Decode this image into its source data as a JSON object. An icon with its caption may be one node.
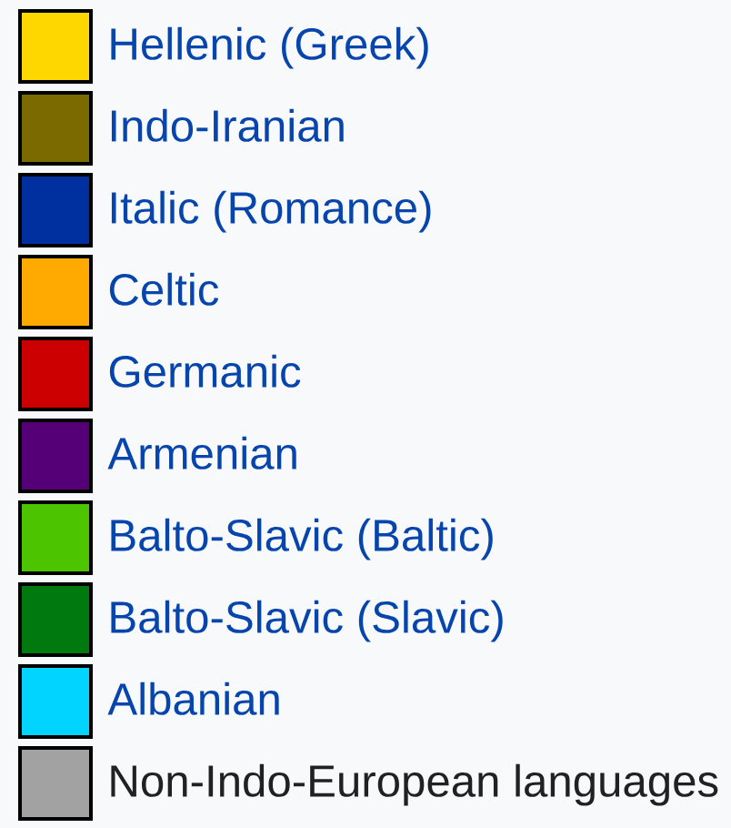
{
  "diagram": {
    "legend": [
      {
        "text": "Hellenic (Greek)",
        "color": "#ffd700"
      },
      {
        "text": "Indo-Iranian",
        "color": "#7a6a00"
      },
      {
        "text": "Italic (Romance)",
        "color": "#0030a0"
      },
      {
        "text": "Celtic",
        "color": "#ffaa00"
      },
      {
        "text": "Germanic",
        "color": "#cc0000"
      },
      {
        "text": "Armenian",
        "color": "#550077"
      },
      {
        "text": "Balto-Slavic (Baltic)",
        "color": "#4cc400"
      },
      {
        "text": "Balto-Slavic (Slavic)",
        "color": "#007a0e"
      },
      {
        "text": "Albanian",
        "color": "#00d4ff"
      },
      {
        "text": "Non-Indo-European languages",
        "color": "#a2a2a2"
      }
    ]
  }
}
